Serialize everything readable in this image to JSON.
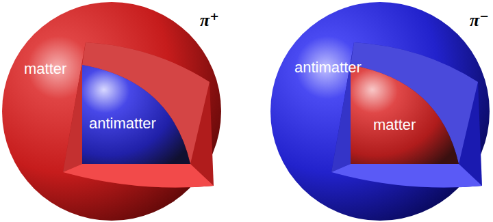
{
  "diagram": {
    "nodes": [
      {
        "text": [
          "matter"
        ]
      },
      {
        "text": [
          "antimatter"
        ],
        "in": 0
      },
      {
        "text": [
          "antimatter"
        ]
      },
      {
        "text": [
          "matter"
        ],
        "in": 2
      }
    ],
    "labels": [
      "π⁺",
      "π⁻"
    ]
  }
}
